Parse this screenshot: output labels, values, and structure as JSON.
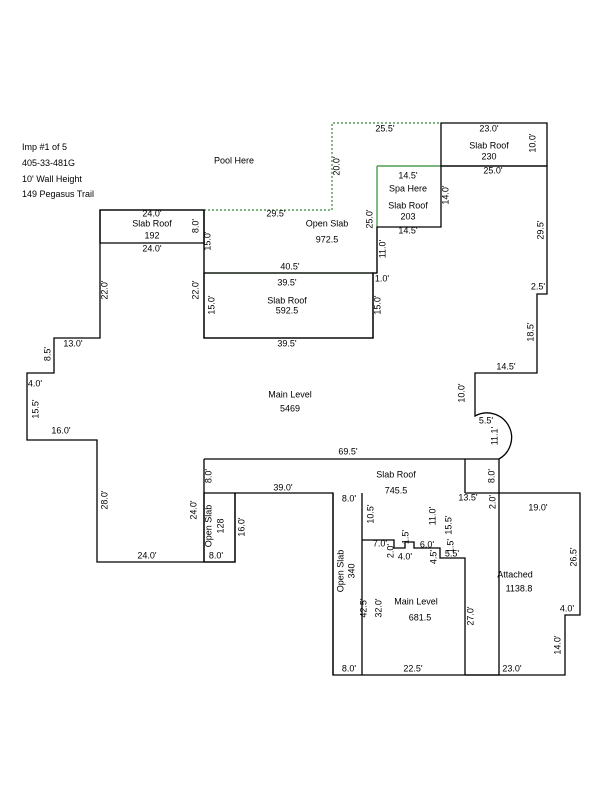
{
  "header": {
    "line1": "Imp #1 of 5",
    "line2": "405-33-481G",
    "line3": "10' Wall Height",
    "line4": "149 Pegasus Trail"
  },
  "notes": {
    "pool": "Pool Here",
    "spa": "Spa Here"
  },
  "areas": {
    "slab_roof_192": {
      "name": "Slab Roof",
      "area": "192"
    },
    "slab_roof_230": {
      "name": "Slab Roof",
      "area": "230"
    },
    "slab_roof_203": {
      "name": "Slab Roof",
      "area": "203"
    },
    "open_slab_972": {
      "name": "Open Slab",
      "area": "972.5"
    },
    "slab_roof_592": {
      "name": "Slab Roof",
      "area": "592.5"
    },
    "main_level_5469": {
      "name": "Main Level",
      "area": "5469"
    },
    "slab_roof_745": {
      "name": "Slab Roof",
      "area": "745.5"
    },
    "open_slab_128": {
      "name": "Open Slab",
      "area": "128"
    },
    "open_slab_340": {
      "name": "Open Slab",
      "area": "340"
    },
    "main_level_681": {
      "name": "Main Level",
      "area": "681.5"
    },
    "attached_1138": {
      "name": "Attached",
      "area": "1138.8"
    }
  },
  "dims": {
    "d_255": "25.5'",
    "d_230_top": "23.0'",
    "d_100_a": "10.0'",
    "d_200": "20.0'",
    "d_145_a": "14.5'",
    "d_250_a": "25.0'",
    "d_140": "14.0'",
    "d_145_b": "14.5'",
    "d_250_b": "25.0'",
    "d_295_a": "29.5'",
    "d_295_b": "29.5'",
    "d_240_a": "24.0'",
    "d_80_a": "8.0'",
    "d_150_a": "15.0'",
    "d_240_b": "24.0'",
    "d_110_a": "11.0'",
    "d_405": "40.5'",
    "d_10": "1.0'",
    "d_395_a": "39.5'",
    "d_220_a": "22.0'",
    "d_220_b": "22.0'",
    "d_150_b": "15.0'",
    "d_150_c": "15.0'",
    "d_25": "2.5'",
    "d_395_b": "39.5'",
    "d_185": "18.5'",
    "d_130": "13.0'",
    "d_85": "8.5'",
    "d_145_c": "14.5'",
    "d_40_a": "4.0'",
    "d_100_b": "10.0'",
    "d_155_a": "15.5'",
    "d_55_a": "5.5'",
    "d_160_a": "16.0'",
    "d_111": "11.1'",
    "d_695": "69.5'",
    "d_80_b": "8.0'",
    "d_80_c": "8.0'",
    "d_390": "39.0'",
    "d_80_d": "8.0'",
    "d_135": "13.5'",
    "d_20_a": "2.0'",
    "d_190": "19.0'",
    "d_280": "28.0'",
    "d_240_c": "24.0'",
    "d_160_b": "16.0'",
    "d_105": "10.5'",
    "d_110_b": "11.0'",
    "d_155_b": "15.5'",
    "d_15_a": "1.5'",
    "d_70": "7.0'",
    "d_20_b": "2.0'",
    "d_40_b": "4.0'",
    "d_60": "6.0'",
    "d_15_b": "1.5'",
    "d_45": "4.5'",
    "d_55_b": "5.5'",
    "d_265": "26.5'",
    "d_240_d": "24.0'",
    "d_80_e": "8.0'",
    "d_425": "42.5'",
    "d_320": "32.0'",
    "d_270": "27.0'",
    "d_40_c": "4.0'",
    "d_140_b": "14.0'",
    "d_80_f": "8.0'",
    "d_225": "22.5'",
    "d_230_bot": "23.0'"
  }
}
